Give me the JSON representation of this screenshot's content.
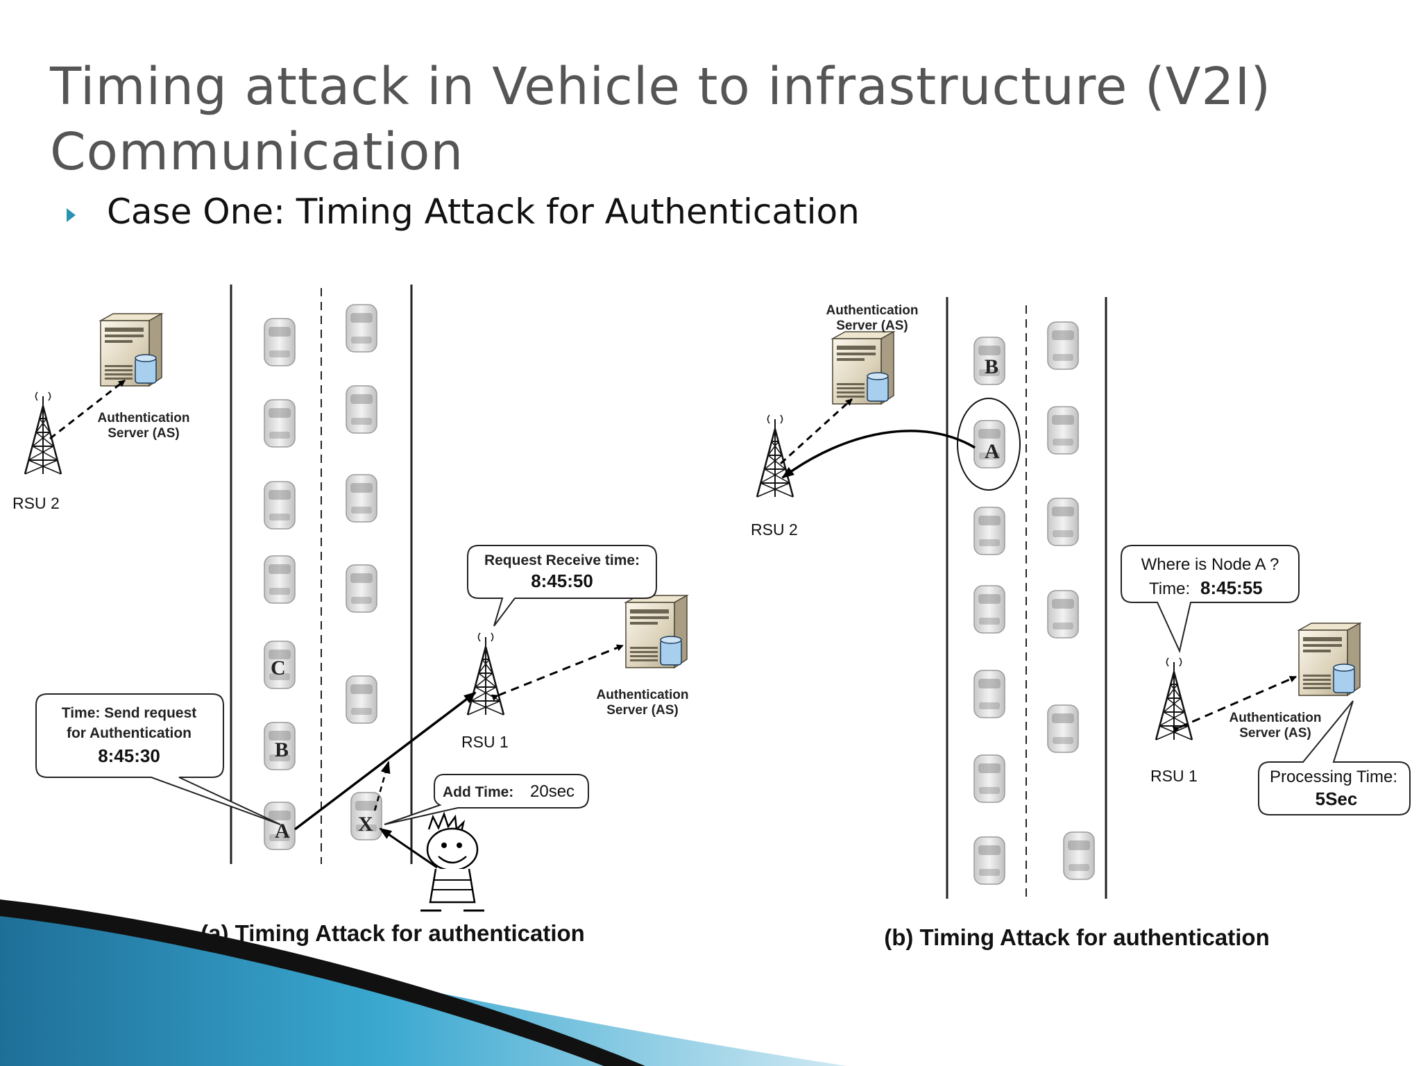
{
  "slide": {
    "title_line1": "Timing attack in Vehicle to infrastructure (V2I)",
    "title_line2": "Communication",
    "bullet": "Case One: Timing Attack for Authentication"
  },
  "panel_a": {
    "caption": "(a) Timing Attack for authentication",
    "rsu2_label": "RSU 2",
    "rsu1_label": "RSU 1",
    "as_top_line1": "Authentication",
    "as_top_line2": "Server (AS)",
    "as_right_line1": "Authentication",
    "as_right_line2": "Server (AS)",
    "callout_request": {
      "line1": "Request Receive time:",
      "time": "8:45:50"
    },
    "callout_send": {
      "line1": "Time: Send request",
      "line2": "for Authentication",
      "time": "8:45:30"
    },
    "callout_add": {
      "label": "Add Time:",
      "value": "20sec"
    },
    "nodes": {
      "a": "A",
      "b": "B",
      "c": "C",
      "x": "X"
    }
  },
  "panel_b": {
    "caption": "(b) Timing Attack for authentication",
    "rsu2_label": "RSU 2",
    "rsu1_label": "RSU 1",
    "as_top_line1": "Authentication",
    "as_top_line2": "Server (AS)",
    "as_right_line1": "Authentication",
    "as_right_line2": "Server (AS)",
    "callout_where": {
      "line1": "Where is Node A ?",
      "label": "Time:",
      "time": "8:45:55"
    },
    "callout_proc": {
      "line1": "Processing Time:",
      "value": "5Sec"
    },
    "nodes": {
      "a": "A",
      "b": "B"
    }
  },
  "colors": {
    "bullet": "#2a93b4",
    "title": "#555555",
    "swoosh_blue": "#1e7fa6",
    "swoosh_black": "#111111"
  }
}
